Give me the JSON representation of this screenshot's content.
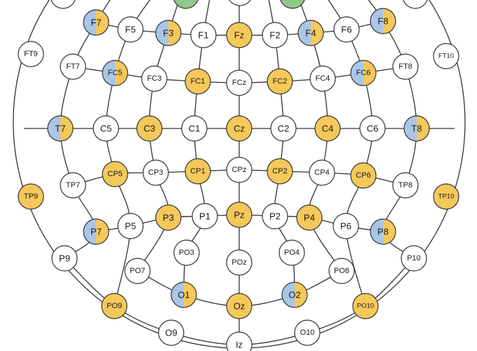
{
  "colors": {
    "white": "#ffffff",
    "yellow": "#f5c85a",
    "blue": "#a9c6e8",
    "green": "#8fc98a",
    "line": "#333333"
  },
  "electrodes": [
    {
      "id": "F7",
      "label": "F7",
      "fill": "blue-yellow"
    },
    {
      "id": "F5",
      "label": "F5",
      "fill": "white"
    },
    {
      "id": "F3",
      "label": "F3",
      "fill": "blue-yellow"
    },
    {
      "id": "F1",
      "label": "F1",
      "fill": "white"
    },
    {
      "id": "Fz",
      "label": "Fz",
      "fill": "yellow"
    },
    {
      "id": "F2",
      "label": "F2",
      "fill": "white"
    },
    {
      "id": "F4",
      "label": "F4",
      "fill": "blue-yellow"
    },
    {
      "id": "F6",
      "label": "F6",
      "fill": "white"
    },
    {
      "id": "F8",
      "label": "F8",
      "fill": "blue-yellow"
    },
    {
      "id": "FT9",
      "label": "FT9",
      "fill": "white"
    },
    {
      "id": "FT7",
      "label": "FT7",
      "fill": "white"
    },
    {
      "id": "FC5",
      "label": "FC5",
      "fill": "blue-yellow"
    },
    {
      "id": "FC3",
      "label": "FC3",
      "fill": "white"
    },
    {
      "id": "FC1",
      "label": "FC1",
      "fill": "yellow"
    },
    {
      "id": "FCz",
      "label": "FCz",
      "fill": "white"
    },
    {
      "id": "FC2",
      "label": "FC2",
      "fill": "yellow"
    },
    {
      "id": "FC4",
      "label": "FC4",
      "fill": "white"
    },
    {
      "id": "FC6",
      "label": "FC6",
      "fill": "blue-yellow"
    },
    {
      "id": "FT8",
      "label": "FT8",
      "fill": "white"
    },
    {
      "id": "FT10",
      "label": "FT10",
      "fill": "white"
    },
    {
      "id": "T7",
      "label": "T7",
      "fill": "blue-yellow"
    },
    {
      "id": "C5",
      "label": "C5",
      "fill": "white"
    },
    {
      "id": "C3",
      "label": "C3",
      "fill": "yellow"
    },
    {
      "id": "C1",
      "label": "C1",
      "fill": "white"
    },
    {
      "id": "Cz",
      "label": "Cz",
      "fill": "yellow"
    },
    {
      "id": "C2",
      "label": "C2",
      "fill": "white"
    },
    {
      "id": "C4",
      "label": "C4",
      "fill": "yellow"
    },
    {
      "id": "C6",
      "label": "C6",
      "fill": "white"
    },
    {
      "id": "T8",
      "label": "T8",
      "fill": "blue-yellow"
    },
    {
      "id": "TP9",
      "label": "TP9",
      "fill": "yellow"
    },
    {
      "id": "TP7",
      "label": "TP7",
      "fill": "white"
    },
    {
      "id": "CP5",
      "label": "CP5",
      "fill": "yellow"
    },
    {
      "id": "CP3",
      "label": "CP3",
      "fill": "white"
    },
    {
      "id": "CP1",
      "label": "CP1",
      "fill": "yellow"
    },
    {
      "id": "CPz",
      "label": "CPz",
      "fill": "white"
    },
    {
      "id": "CP2",
      "label": "CP2",
      "fill": "yellow"
    },
    {
      "id": "CP4",
      "label": "CP4",
      "fill": "white"
    },
    {
      "id": "CP6",
      "label": "CP6",
      "fill": "yellow"
    },
    {
      "id": "TP8",
      "label": "TP8",
      "fill": "white"
    },
    {
      "id": "TP10",
      "label": "TP10",
      "fill": "yellow"
    },
    {
      "id": "P7",
      "label": "P7",
      "fill": "blue-yellow"
    },
    {
      "id": "P5",
      "label": "P5",
      "fill": "white"
    },
    {
      "id": "P3",
      "label": "P3",
      "fill": "yellow"
    },
    {
      "id": "P1",
      "label": "P1",
      "fill": "white"
    },
    {
      "id": "Pz",
      "label": "Pz",
      "fill": "yellow"
    },
    {
      "id": "P2",
      "label": "P2",
      "fill": "white"
    },
    {
      "id": "P4",
      "label": "P4",
      "fill": "yellow"
    },
    {
      "id": "P6",
      "label": "P6",
      "fill": "white"
    },
    {
      "id": "P8",
      "label": "P8",
      "fill": "blue-yellow"
    },
    {
      "id": "P9",
      "label": "P9",
      "fill": "white"
    },
    {
      "id": "PO3",
      "label": "PO3",
      "fill": "white"
    },
    {
      "id": "POz",
      "label": "POz",
      "fill": "white"
    },
    {
      "id": "PO4",
      "label": "PO4",
      "fill": "white"
    },
    {
      "id": "P10",
      "label": "P10",
      "fill": "white"
    },
    {
      "id": "PO7",
      "label": "PO7",
      "fill": "white"
    },
    {
      "id": "PO8",
      "label": "PO8",
      "fill": "white"
    },
    {
      "id": "O1",
      "label": "O1",
      "fill": "blue-yellow"
    },
    {
      "id": "Oz",
      "label": "Oz",
      "fill": "yellow"
    },
    {
      "id": "O2",
      "label": "O2",
      "fill": "blue-yellow"
    },
    {
      "id": "PO9",
      "label": "PO9",
      "fill": "yellow"
    },
    {
      "id": "PO10",
      "label": "PO10",
      "fill": "yellow"
    },
    {
      "id": "O9",
      "label": "O9",
      "fill": "white"
    },
    {
      "id": "O10",
      "label": "O10",
      "fill": "white"
    },
    {
      "id": "Iz",
      "label": "Iz",
      "fill": "white"
    },
    {
      "id": "top-left-partial",
      "label": "",
      "fill": "white"
    },
    {
      "id": "top-green-left",
      "label": "",
      "fill": "green"
    },
    {
      "id": "top-center-partial",
      "label": "",
      "fill": "white"
    },
    {
      "id": "top-green-right",
      "label": "",
      "fill": "green"
    },
    {
      "id": "top-right-partial",
      "label": "",
      "fill": "white"
    }
  ]
}
